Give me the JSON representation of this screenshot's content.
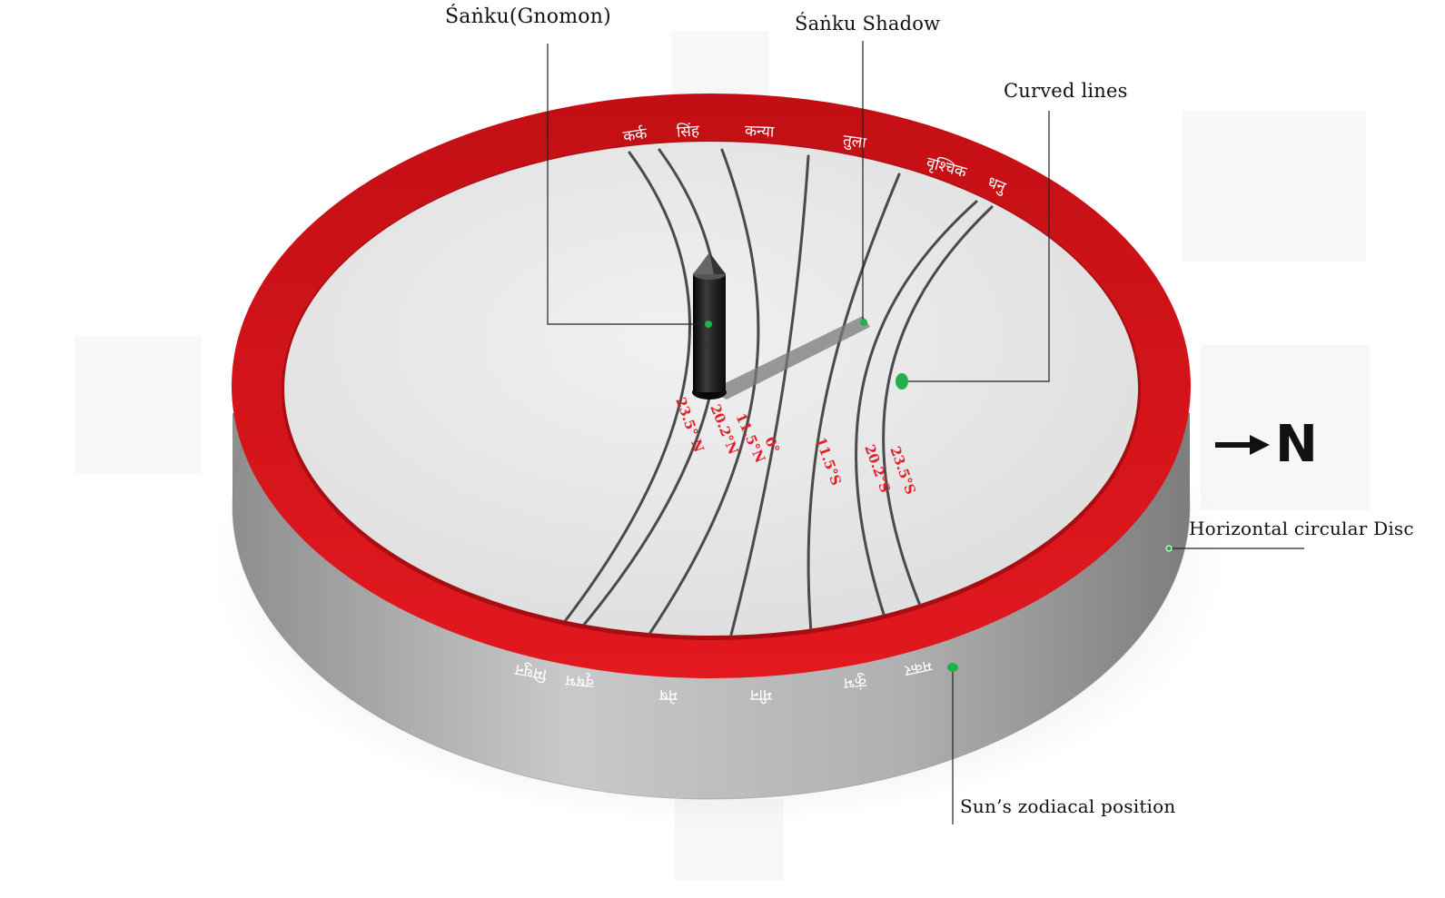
{
  "labels": {
    "gnomon": "Śaṅku(Gnomon)",
    "shadow": "Śaṅku Shadow",
    "curves": "Curved lines",
    "disc": "Horizontal circular Disc",
    "zodiac_pos": "Sun’s zodiacal position"
  },
  "north": {
    "letter": "N"
  },
  "zodiac_top": [
    "कर्क",
    "सिंह",
    "कन्या",
    "तुला",
    "वृश्चिक",
    "धनु"
  ],
  "zodiac_bottom": [
    "मिथुन",
    "वृषभ",
    "मेष",
    "मीन",
    "कुंभ",
    "मकर"
  ],
  "declinations": [
    "23.5° N",
    "20.2°N",
    "11.5°N",
    "0°",
    "11.5°S",
    "20.2°S",
    "23.5°S"
  ],
  "colors": {
    "ring": "#d8141a",
    "face": "#e9e9e9",
    "side": "#b9b9b9",
    "gnomon": "#151515",
    "marker": "#22b14c",
    "decl_text": "#e0202a"
  }
}
